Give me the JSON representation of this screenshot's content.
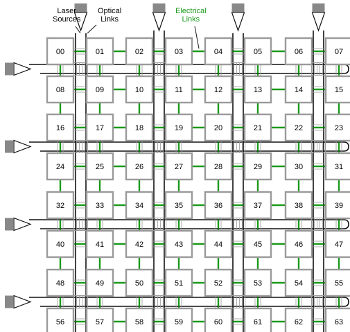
{
  "annotations": {
    "laser_sources": [
      "Laser",
      "Sources"
    ],
    "optical_links": [
      "Optical",
      "Links"
    ],
    "electrical_links": [
      "Electrical",
      "Links"
    ]
  },
  "colors": {
    "node_border": "#9a9a9a",
    "optical": "#111111",
    "electrical": "#1a9a1a",
    "text": "#000000"
  },
  "nodes": [
    "00",
    "01",
    "02",
    "03",
    "04",
    "05",
    "06",
    "07",
    "08",
    "09",
    "10",
    "11",
    "12",
    "13",
    "14",
    "15",
    "16",
    "17",
    "18",
    "19",
    "20",
    "21",
    "22",
    "23",
    "24",
    "25",
    "26",
    "27",
    "28",
    "29",
    "30",
    "31",
    "32",
    "33",
    "34",
    "35",
    "36",
    "37",
    "38",
    "39",
    "40",
    "41",
    "42",
    "43",
    "44",
    "45",
    "46",
    "47",
    "48",
    "49",
    "50",
    "51",
    "52",
    "53",
    "54",
    "55",
    "56",
    "57",
    "58",
    "59",
    "60",
    "61",
    "62",
    "63"
  ]
}
